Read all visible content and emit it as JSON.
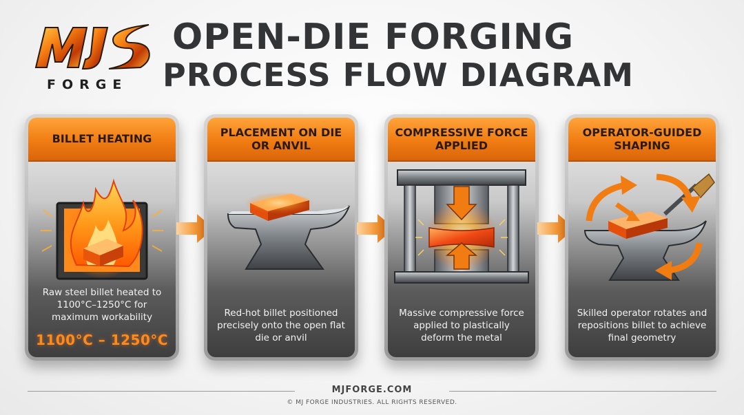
{
  "brand": {
    "logo_text": "FORGE",
    "logo_mark": "MJ",
    "colors": {
      "orange": "#f07c12",
      "dark": "#333436",
      "hot": "#ff8a1c"
    }
  },
  "title": {
    "line1": "OPEN-DIE FORGING",
    "line2": "PROCESS FLOW DIAGRAM"
  },
  "steps": [
    {
      "title": "BILLET HEATING",
      "description": "Raw steel billet heated to 1100°C–1250°C for maximum workability",
      "highlight": "1100°C – 1250°C",
      "icon": "furnace-fire-icon"
    },
    {
      "title": "PLACEMENT ON DIE OR ANVIL",
      "description": "Red-hot billet positioned precisely onto the open flat die or anvil",
      "icon": "anvil-billet-icon"
    },
    {
      "title": "COMPRESSIVE FORCE APPLIED",
      "description": "Massive compressive force applied to plastically deform the metal",
      "icon": "press-icon"
    },
    {
      "title": "OPERATOR-GUIDED SHAPING",
      "description": "Skilled operator rotates and repositions billet to achieve final geometry",
      "icon": "rotate-arrows-anvil-icon"
    }
  ],
  "footer": {
    "url": "MJFORGE.COM",
    "copyright": "© MJ FORGE INDUSTRIES. ALL RIGHTS RESERVED."
  }
}
